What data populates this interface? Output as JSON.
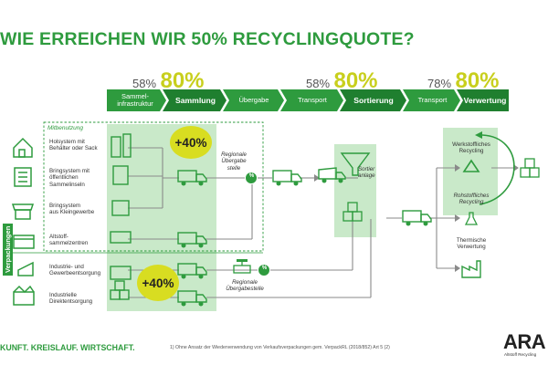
{
  "title": "WIE ERREICHEN WIR 50% RECYCLINGQUOTE?",
  "targets": [
    {
      "current": "58%",
      "goal": "80%"
    },
    {
      "current": "58%",
      "goal": "80%"
    },
    {
      "current": "78%",
      "goal": "80%"
    }
  ],
  "stages": [
    {
      "label": "Sammel-\ninfrastruktur",
      "bold": false
    },
    {
      "label": "Sammlung",
      "bold": true
    },
    {
      "label": "Übergabe",
      "bold": false
    },
    {
      "label": "Transport",
      "bold": false
    },
    {
      "label": "Sortierung",
      "bold": true
    },
    {
      "label": "Transport",
      "bold": false
    },
    {
      "label": "Verwertung",
      "bold": true
    }
  ],
  "mitbenutzung_label": "Mitbenutzung",
  "collection_systems": [
    "Holsystem mit\nBehälter oder Sack",
    "Bringsystem mit\nöffentlichen\nSammelinseln",
    "Bringsystem\naus Kleingewerbe",
    "Altstoff-\nsammelzentren"
  ],
  "industry_systems": [
    "Industrie- und\nGewerbeentsorgung",
    "Industrielle\nDirektentsorgung"
  ],
  "vertical_label": "Verpackungen",
  "badges": [
    "+40%",
    "+40%"
  ],
  "pct_symbol": "%",
  "regionale_stelle": "Regionale\nÜbergabe\nstelle",
  "regionale_stelle2": "Regionale\nÜbergabestelle",
  "sortieranlage": "Sortier\nanlage",
  "recycling": {
    "werkstoff": "Werkstoffliches\nRecycling",
    "rohstoff": "Rohstoffliches\nRecycling",
    "thermisch": "Thermische\nVerwertung"
  },
  "footer": "KUNFT. KREISLAUF. WIRTSCHAFT.",
  "footnote": "1) Ohne Ansatz der Wiederverwendung von Verkaufsverpackungen gem. VerpackRL (2018/852) Art 5 (2)",
  "logo": "ARA",
  "logo_sub": "Altstoff Recycling",
  "colors": {
    "primary_green": "#2e9b3e",
    "light_green": "#c9e9c9",
    "yellow": "#d8dd21",
    "goal_yellow": "#c8cf1d"
  }
}
